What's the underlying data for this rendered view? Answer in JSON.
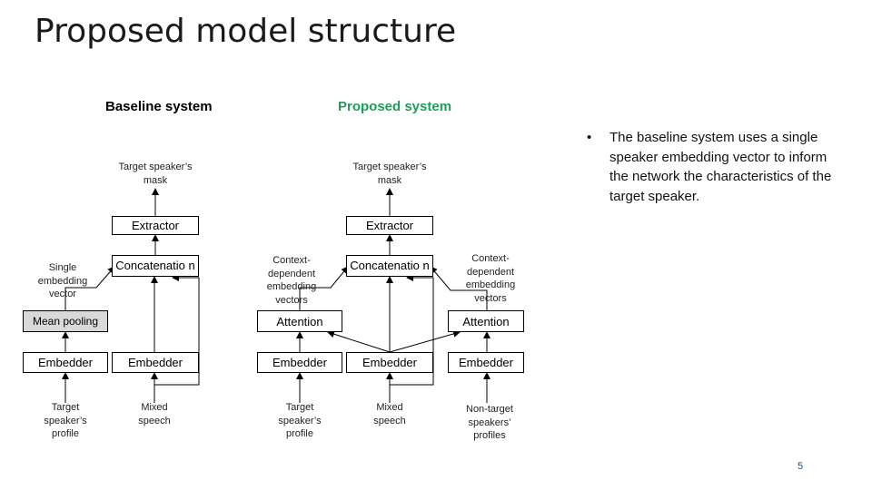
{
  "slide": {
    "title": "Proposed model structure",
    "page_number": "5"
  },
  "headings": {
    "baseline": "Baseline system",
    "proposed": "Proposed system",
    "proposed_color": "#1e9e58"
  },
  "baseline": {
    "mask_label": "Target speaker’s mask",
    "extractor": "Extractor",
    "concatenation": "Concatenatio n",
    "single_embedding_label": "Single embedding vector",
    "mean_pooling": "Mean pooling",
    "embedder_left": "Embedder",
    "embedder_right": "Embedder",
    "profile_label": "Target speaker’s profile",
    "mixed_label": "Mixed speech"
  },
  "proposed": {
    "mask_label": "Target speaker’s mask",
    "extractor": "Extractor",
    "concatenation": "Concatenatio n",
    "context_label_left": "Context-dependent embedding vectors",
    "context_label_right": "Context-dependent embedding vectors",
    "attention_left": "Attention",
    "attention_right": "Attention",
    "embedder_left": "Embedder",
    "embedder_mid": "Embedder",
    "embedder_right": "Embedder",
    "profile_label": "Target speaker’s profile",
    "mixed_label": "Mixed speech",
    "nontarget_label": "Non-target speakers’ profiles"
  },
  "note": {
    "bullet_symbol": "•",
    "text": "The baseline system uses a single speaker embedding vector to inform the network the characteristics of the target speaker."
  }
}
